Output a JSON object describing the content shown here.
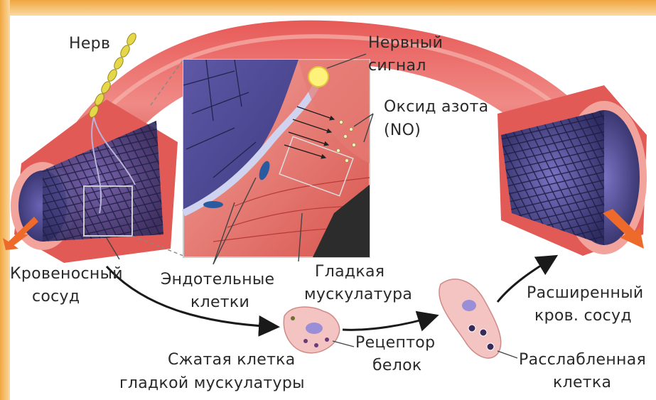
{
  "labels": {
    "nerve": "Нерв",
    "nerve_signal_1": "Нервный",
    "nerve_signal_2": "сигнал",
    "nitric_oxide_1": "Оксид азота",
    "nitric_oxide_2": "(NO)",
    "blood_vessel_1": "Кровеносный",
    "blood_vessel_2": "сосуд",
    "endothelial_1": "Эндотельные",
    "endothelial_2": "клетки",
    "smooth_muscle_1": "Гладкая",
    "smooth_muscle_2": "мускулатура",
    "dilated_vessel_1": "Расширенный",
    "dilated_vessel_2": "кров. сосуд",
    "receptor_1": "Рецептор",
    "receptor_2": "белок",
    "contracted_cell_1": "Сжатая клетка",
    "contracted_cell_2": "гладкой мускулатуры",
    "relaxed_cell_1": "Расслабленная",
    "relaxed_cell_2": "клетка"
  },
  "colors": {
    "frame": "#f3b24a",
    "vessel_outer": "#d9474a",
    "vessel_highlight": "#f08a86",
    "vessel_inner": "#f3a7a0",
    "lumen": "#3b3a7a",
    "endothelium": "#5a55a0",
    "nerve": "#e4d84a",
    "inset_muscle": "#e26a66",
    "cell_fill": "#f3c4c2",
    "nucleus": "#9a8fd6",
    "arrow_orange": "#ee6a2a",
    "text": "#2a2a2a"
  }
}
